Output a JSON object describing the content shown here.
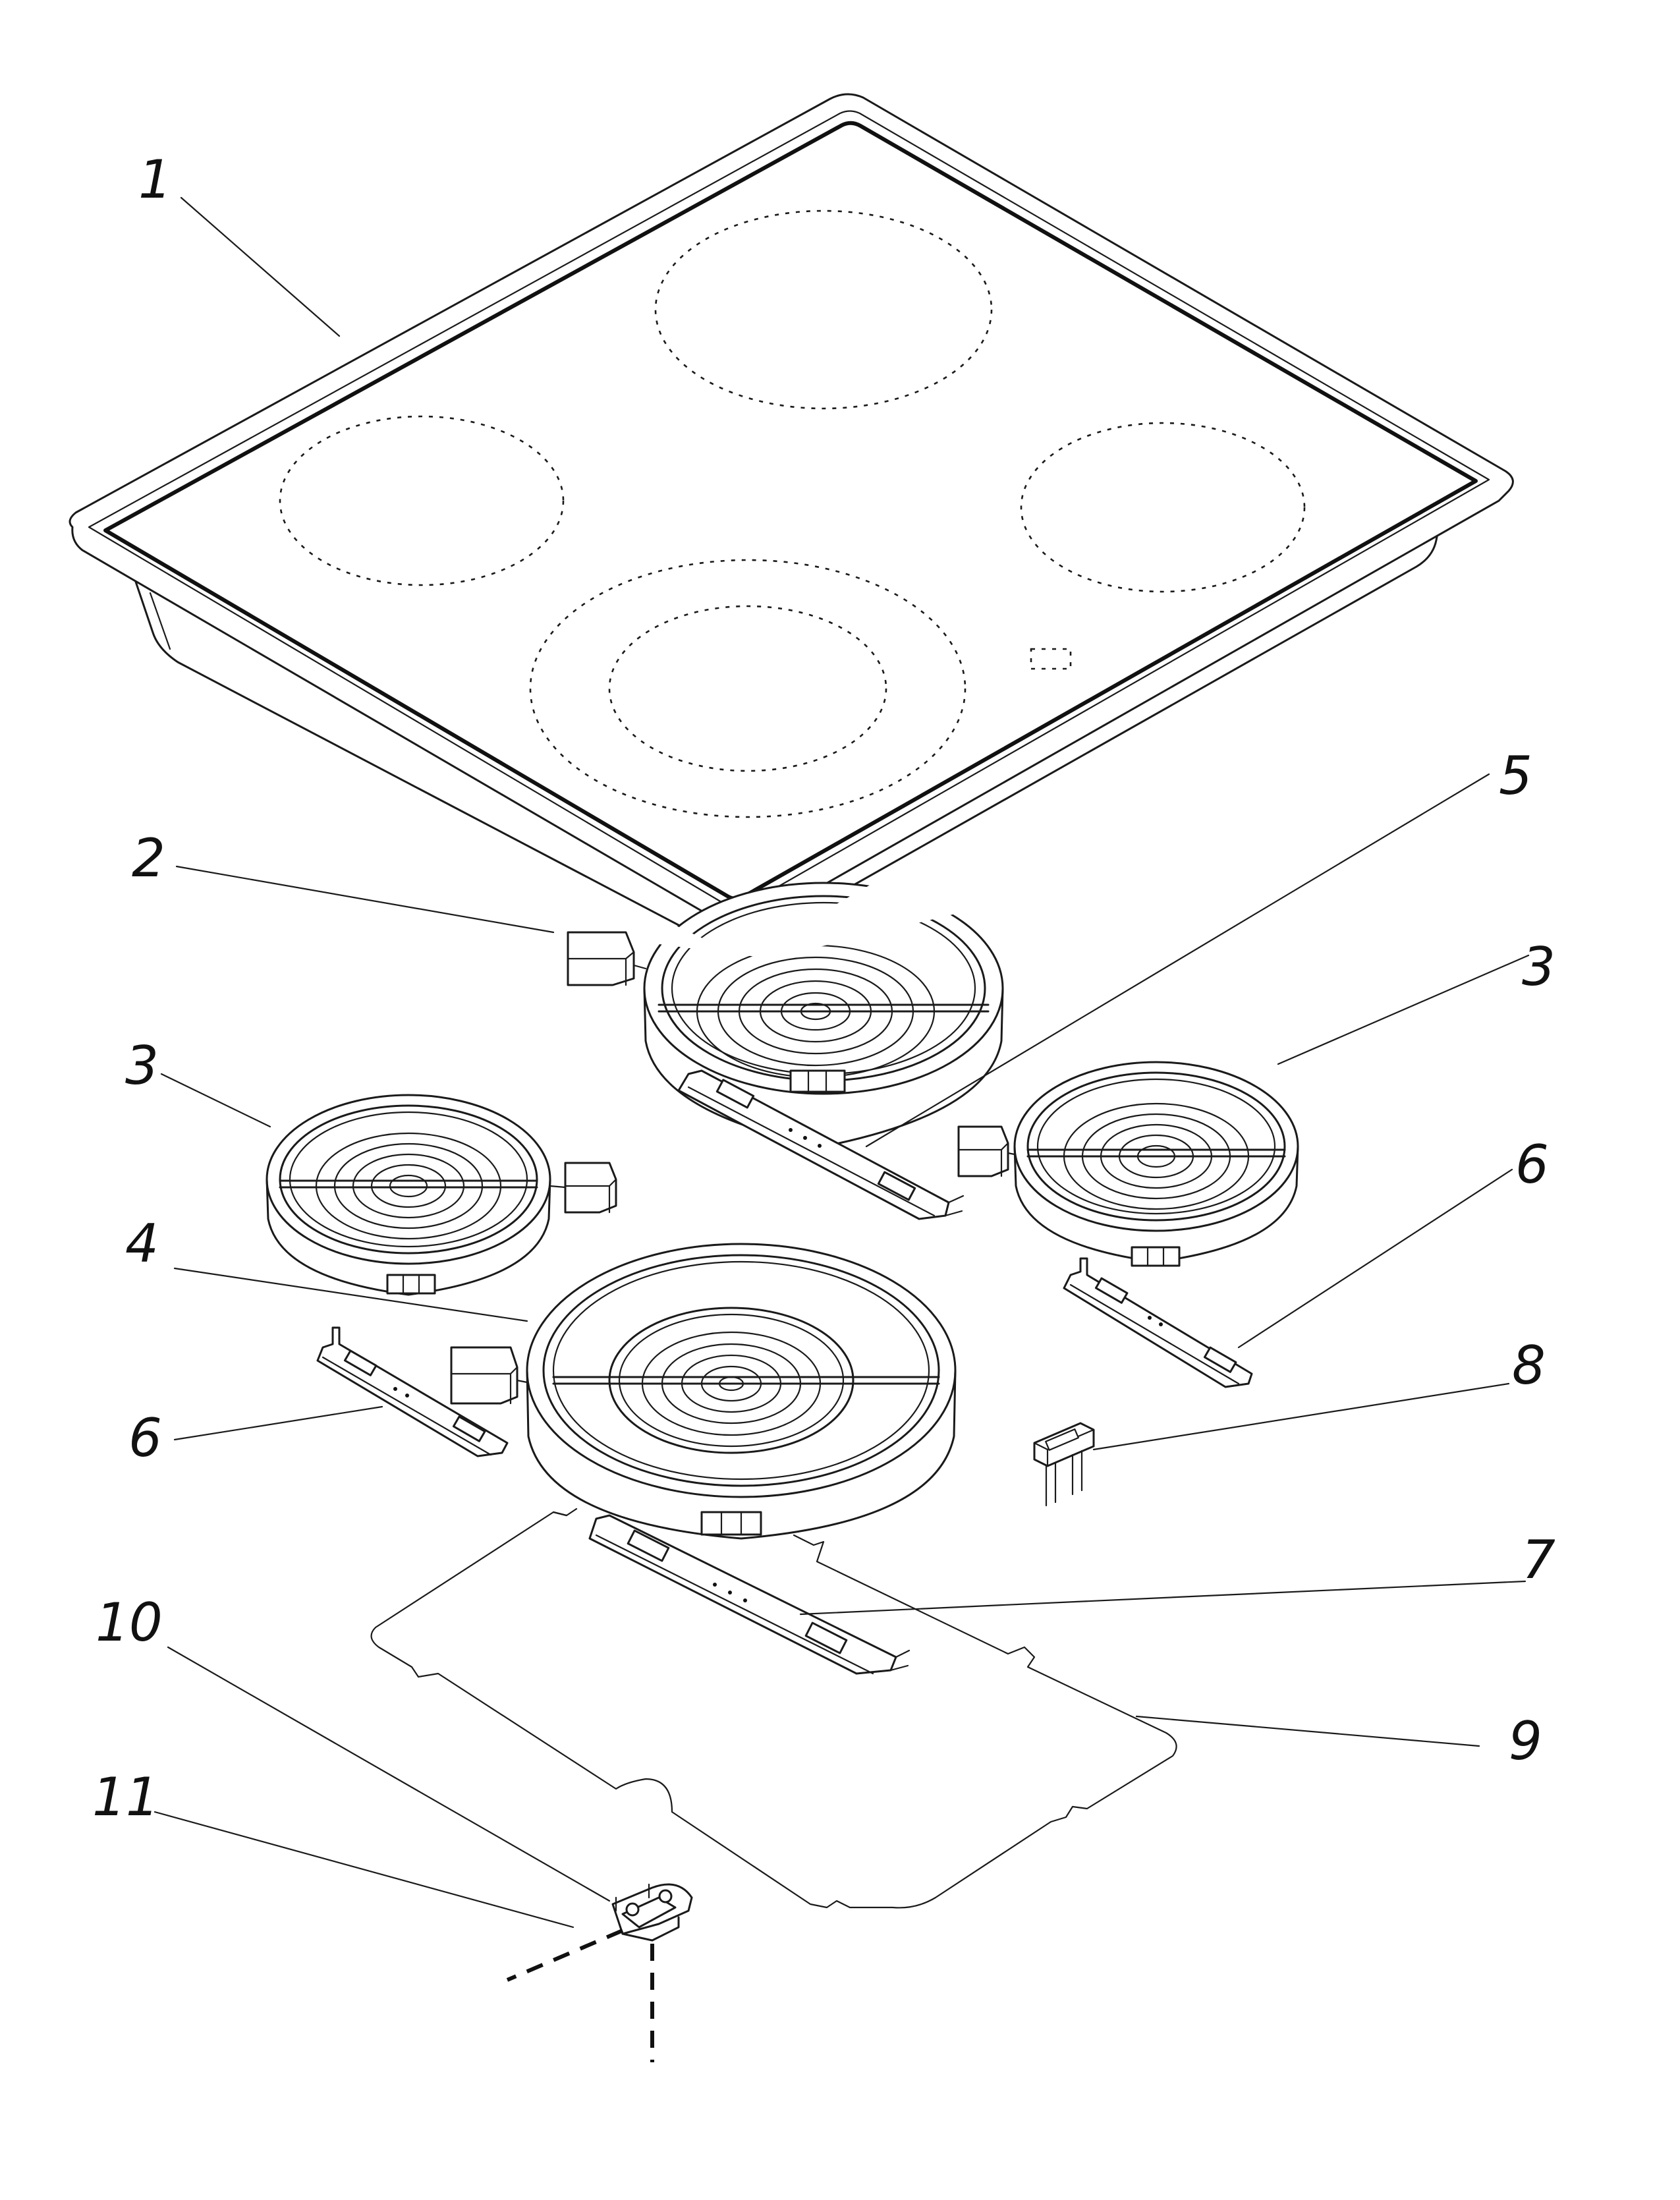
{
  "callouts": [
    {
      "id": "1",
      "text": "1",
      "part": "ceramic-glass-cooktop"
    },
    {
      "id": "2",
      "text": "2",
      "part": "heating-element-rear-left"
    },
    {
      "id": "3a",
      "text": "3",
      "part": "heating-element-left"
    },
    {
      "id": "3b",
      "text": "3",
      "part": "heating-element-right"
    },
    {
      "id": "4",
      "text": "4",
      "part": "dual-heating-element-front"
    },
    {
      "id": "5",
      "text": "5",
      "part": "support-bracket-rear"
    },
    {
      "id": "6a",
      "text": "6",
      "part": "support-bracket-left"
    },
    {
      "id": "6b",
      "text": "6",
      "part": "support-bracket-right"
    },
    {
      "id": "7",
      "text": "7",
      "part": "support-bracket-front"
    },
    {
      "id": "8",
      "text": "8",
      "part": "indicator-lamp"
    },
    {
      "id": "9",
      "text": "9",
      "part": "insulation-sheet"
    },
    {
      "id": "10",
      "text": "10",
      "part": "mounting-clip"
    },
    {
      "id": "11",
      "text": "11",
      "part": "fixing-screw"
    }
  ]
}
